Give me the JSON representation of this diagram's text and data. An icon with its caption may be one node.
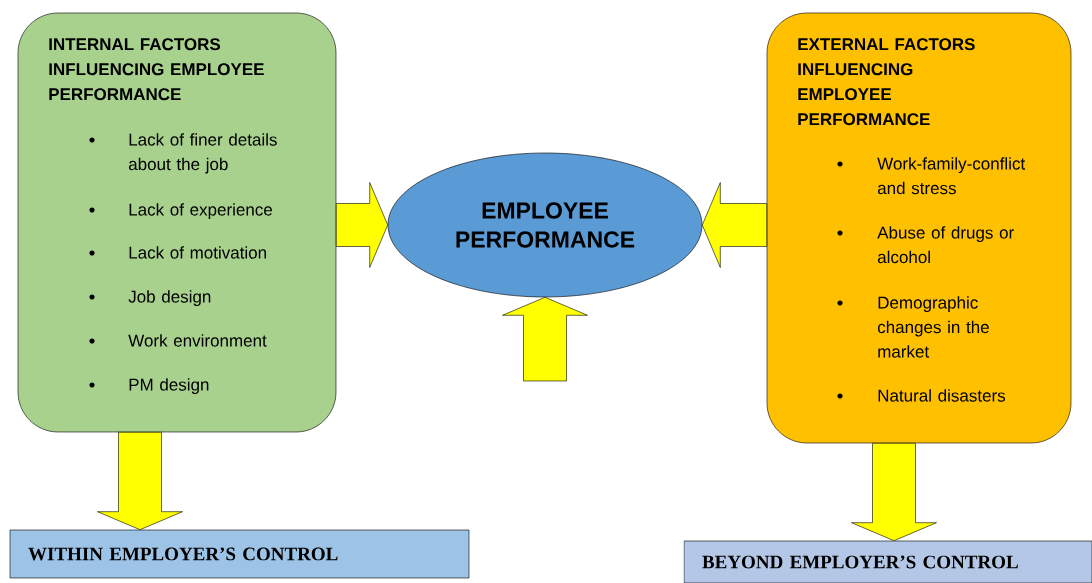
{
  "diagram": {
    "nodes": [
      {
        "text": [
          "INTERNAL FACTORS INFLUENCING EMPLOYEE PERFORMANCE",
          "Lack of finer details about the job",
          "Lack of experience",
          "Lack of motivation",
          "Job design",
          "Work environment",
          "PM design"
        ]
      },
      {
        "text": [
          "EMPLOYEE PERFORMANCE"
        ]
      },
      {
        "text": [
          "EXTERNAL FACTORS INFLUENCING EMPLOYEE PERFORMANCE",
          "Work-family-conflict and stress",
          "Abuse of drugs or alcohol",
          "Demographic changes in the market",
          "Natural disasters"
        ]
      },
      {
        "text": [
          "WITHIN EMPLOYER’S CONTROL"
        ]
      },
      {
        "text": [
          "BEYOND EMPLOYER’S CONTROL"
        ]
      }
    ],
    "edges": [
      {
        "from": 0,
        "to": 1,
        "arrow": "to"
      },
      {
        "from": 2,
        "to": 1,
        "arrow": "to"
      },
      {
        "from": null,
        "to": 1,
        "arrow": "to"
      },
      {
        "from": 0,
        "to": 3,
        "arrow": "to"
      },
      {
        "from": 2,
        "to": 4,
        "arrow": "to"
      }
    ]
  }
}
